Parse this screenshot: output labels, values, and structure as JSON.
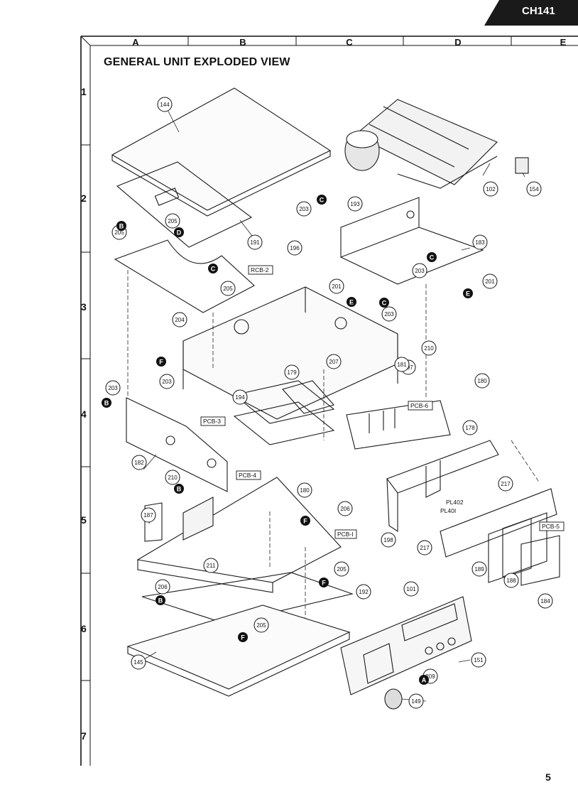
{
  "header": {
    "model_code": "CH141"
  },
  "title": "GENERAL UNIT EXPLODED VIEW",
  "grid": {
    "columns": [
      "A",
      "B",
      "C",
      "D",
      "E"
    ],
    "rows": [
      "1",
      "2",
      "3",
      "4",
      "5",
      "6",
      "7"
    ]
  },
  "page_number": "5",
  "callouts": [
    "144",
    "102",
    "154",
    "203",
    "193",
    "183",
    "205",
    "205",
    "191",
    "196",
    "203",
    "201",
    "201",
    "205",
    "204",
    "203",
    "210",
    "197",
    "207",
    "181",
    "179",
    "203",
    "180",
    "203",
    "194",
    "178",
    "182",
    "210",
    "180",
    "206",
    "217",
    "187",
    "198",
    "217",
    "211",
    "205",
    "189",
    "188",
    "184",
    "206",
    "192",
    "101",
    "205",
    "151",
    "145",
    "209",
    "149"
  ],
  "markers": [
    "C",
    "B",
    "D",
    "C",
    "C",
    "E",
    "E",
    "C",
    "F",
    "B",
    "B",
    "F",
    "F",
    "B",
    "F",
    "A"
  ],
  "pcb_labels": [
    "RCB-2",
    "PCB-6",
    "PCB-3",
    "PCB-4",
    "PCB-I",
    "PCB-5"
  ],
  "connector_labels": [
    "PL402",
    "PL40I"
  ]
}
